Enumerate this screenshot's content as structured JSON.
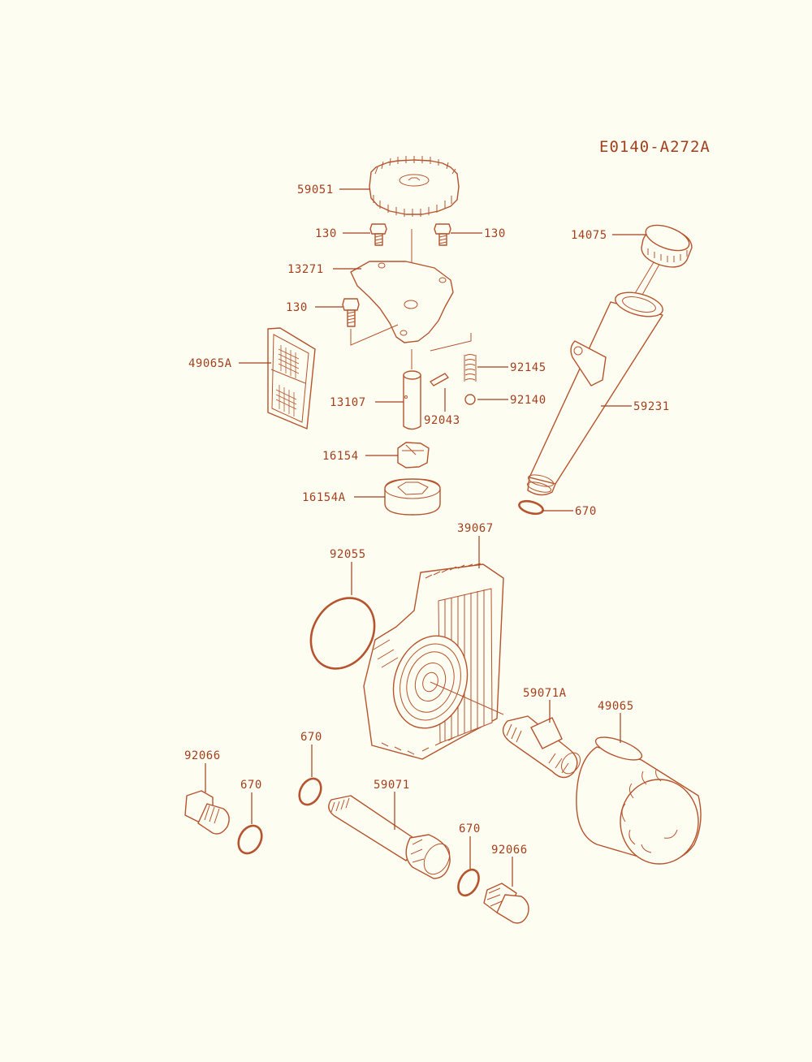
{
  "diagram_code": "E0140-A272A",
  "callouts": {
    "c59051": "59051",
    "c130a": "130",
    "c130b": "130",
    "c130c": "130",
    "c13271": "13271",
    "c49065A": "49065A",
    "c92145": "92145",
    "c92140": "92140",
    "c13107": "13107",
    "c92043": "92043",
    "c16154": "16154",
    "c16154A": "16154A",
    "c14075": "14075",
    "c59231": "59231",
    "c670a": "670",
    "c39067": "39067",
    "c92055": "92055",
    "c59071A": "59071A",
    "c49065": "49065",
    "c92066a": "92066",
    "c670b": "670",
    "c670c": "670",
    "c59071": "59071",
    "c670d": "670",
    "c92066b": "92066"
  },
  "colors": {
    "ink": "#a2401e",
    "line": "#b5542e",
    "background": "#fdfdf1"
  }
}
